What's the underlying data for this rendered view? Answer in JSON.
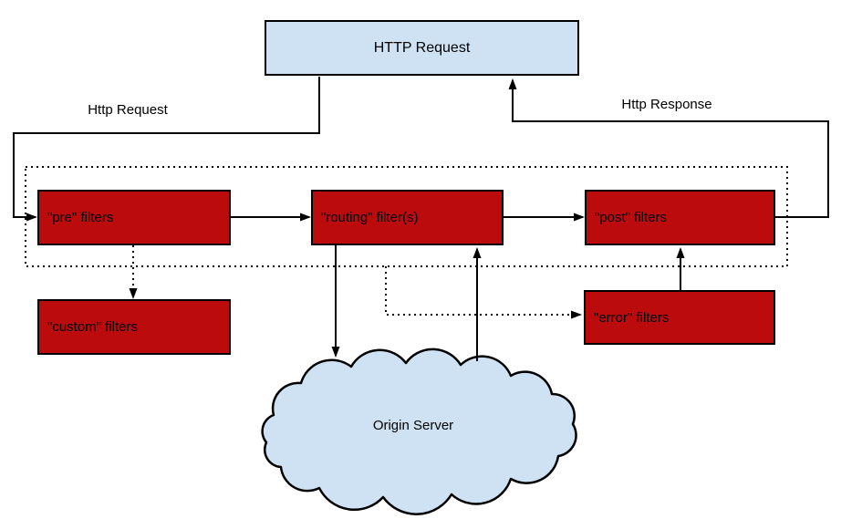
{
  "diagram": {
    "request_box": {
      "label": "HTTP Request"
    },
    "edge_labels": {
      "request": "Http Request",
      "response": "Http Response"
    },
    "filters": {
      "pre": "\"pre\" filters",
      "routing": "\"routing\" filter(s)",
      "post": "\"post\" filters",
      "custom": "\"custom\" filters",
      "error": "\"error\" filters"
    },
    "cloud": {
      "label": "Origin Server"
    },
    "colors": {
      "box_blue": "#cfe2f3",
      "box_red": "#bb0b0c",
      "line": "#000000",
      "background": "#ffffff"
    }
  }
}
